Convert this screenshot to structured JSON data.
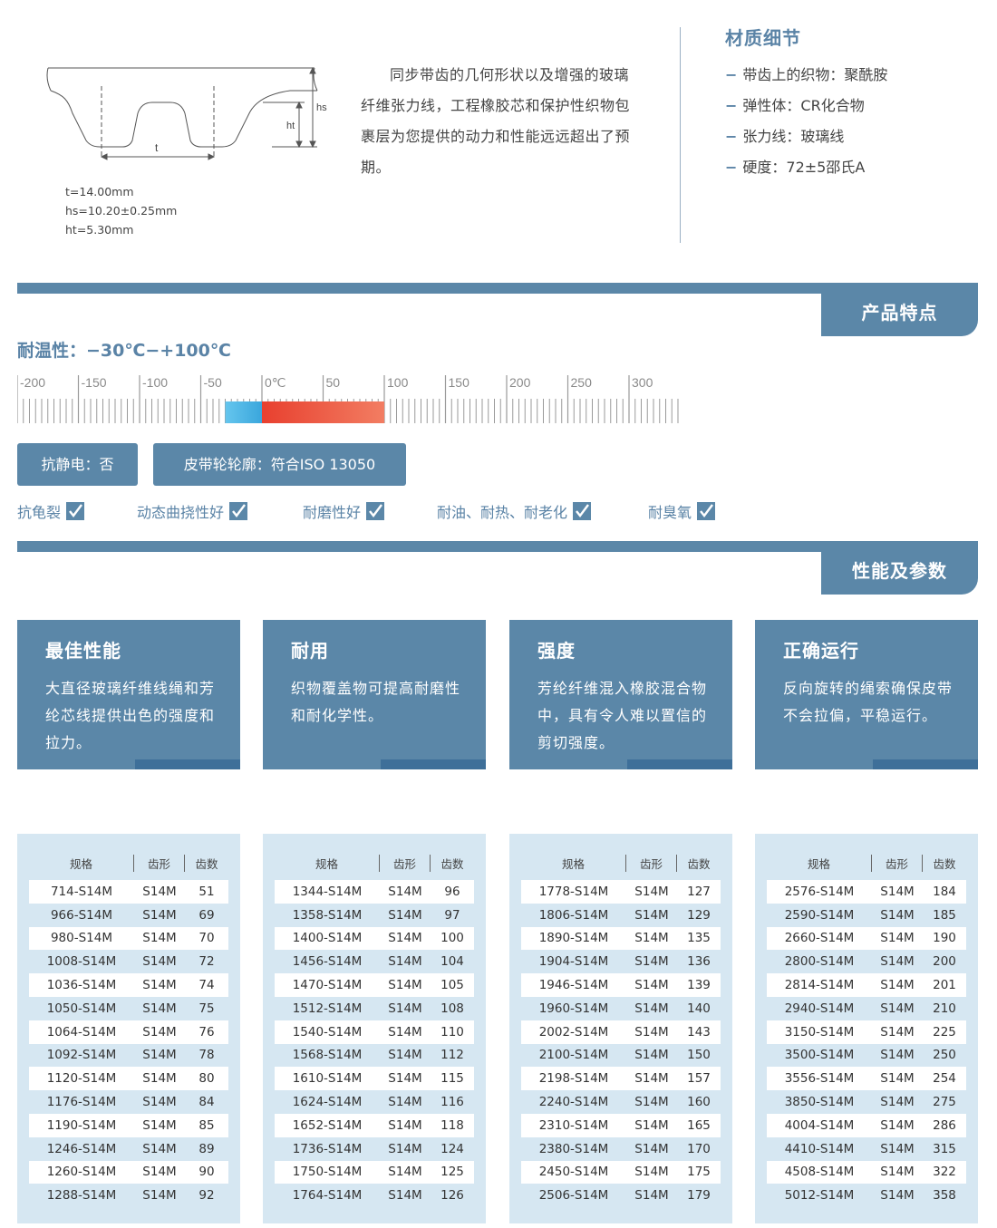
{
  "diagram": {
    "label_t": "t",
    "label_hs": "hs",
    "label_ht": "ht",
    "specs": [
      "t=14.00mm",
      "hs=10.20±0.25mm",
      "ht=5.30mm"
    ]
  },
  "intro_text": "同步带齿的几何形状以及增强的玻璃纤维张力线，工程橡胶芯和保护性织物包裹层为您提供的动力和性能远远超出了预期。",
  "material": {
    "title": "材质细节",
    "items": [
      "带齿上的织物：聚酰胺",
      "弹性体：CR化合物",
      "张力线：玻璃线",
      "硬度：72±5邵氏A"
    ]
  },
  "features_section": {
    "banner": "产品特点",
    "temperature_title": "耐温性：−30℃−+100℃",
    "scale_labels": [
      "-200",
      "-150",
      "-100",
      "-50",
      "0℃",
      "50",
      "100",
      "150",
      "200",
      "250",
      "300"
    ],
    "temperature_range": [
      -30,
      100
    ],
    "antistatic": "抗静电：否",
    "pulley_profile": "皮带轮轮廓：符合ISO 13050",
    "checks": [
      "抗龟裂",
      "动态曲挠性好",
      "耐磨性好",
      "耐油、耐热、耐老化",
      "耐臭氧"
    ]
  },
  "performance_section": {
    "banner": "性能及参数",
    "cards": [
      {
        "title": "最佳性能",
        "body": "大直径玻璃纤维线绳和芳纶芯线提供出色的强度和拉力。"
      },
      {
        "title": "耐用",
        "body": "织物覆盖物可提高耐磨性和耐化学性。"
      },
      {
        "title": "强度",
        "body": "芳纶纤维混入橡胶混合物中，具有令人难以置信的剪切强度。"
      },
      {
        "title": "正确运行",
        "body": "反向旋转的绳索确保皮带不会拉偏，平稳运行。"
      }
    ]
  },
  "tables": {
    "headers": [
      "规格",
      "齿形",
      "齿数"
    ],
    "columns": [
      [
        [
          "714-S14M",
          "S14M",
          "51"
        ],
        [
          "966-S14M",
          "S14M",
          "69"
        ],
        [
          "980-S14M",
          "S14M",
          "70"
        ],
        [
          "1008-S14M",
          "S14M",
          "72"
        ],
        [
          "1036-S14M",
          "S14M",
          "74"
        ],
        [
          "1050-S14M",
          "S14M",
          "75"
        ],
        [
          "1064-S14M",
          "S14M",
          "76"
        ],
        [
          "1092-S14M",
          "S14M",
          "78"
        ],
        [
          "1120-S14M",
          "S14M",
          "80"
        ],
        [
          "1176-S14M",
          "S14M",
          "84"
        ],
        [
          "1190-S14M",
          "S14M",
          "85"
        ],
        [
          "1246-S14M",
          "S14M",
          "89"
        ],
        [
          "1260-S14M",
          "S14M",
          "90"
        ],
        [
          "1288-S14M",
          "S14M",
          "92"
        ]
      ],
      [
        [
          "1344-S14M",
          "S14M",
          "96"
        ],
        [
          "1358-S14M",
          "S14M",
          "97"
        ],
        [
          "1400-S14M",
          "S14M",
          "100"
        ],
        [
          "1456-S14M",
          "S14M",
          "104"
        ],
        [
          "1470-S14M",
          "S14M",
          "105"
        ],
        [
          "1512-S14M",
          "S14M",
          "108"
        ],
        [
          "1540-S14M",
          "S14M",
          "110"
        ],
        [
          "1568-S14M",
          "S14M",
          "112"
        ],
        [
          "1610-S14M",
          "S14M",
          "115"
        ],
        [
          "1624-S14M",
          "S14M",
          "116"
        ],
        [
          "1652-S14M",
          "S14M",
          "118"
        ],
        [
          "1736-S14M",
          "S14M",
          "124"
        ],
        [
          "1750-S14M",
          "S14M",
          "125"
        ],
        [
          "1764-S14M",
          "S14M",
          "126"
        ]
      ],
      [
        [
          "1778-S14M",
          "S14M",
          "127"
        ],
        [
          "1806-S14M",
          "S14M",
          "129"
        ],
        [
          "1890-S14M",
          "S14M",
          "135"
        ],
        [
          "1904-S14M",
          "S14M",
          "136"
        ],
        [
          "1946-S14M",
          "S14M",
          "139"
        ],
        [
          "1960-S14M",
          "S14M",
          "140"
        ],
        [
          "2002-S14M",
          "S14M",
          "143"
        ],
        [
          "2100-S14M",
          "S14M",
          "150"
        ],
        [
          "2198-S14M",
          "S14M",
          "157"
        ],
        [
          "2240-S14M",
          "S14M",
          "160"
        ],
        [
          "2310-S14M",
          "S14M",
          "165"
        ],
        [
          "2380-S14M",
          "S14M",
          "170"
        ],
        [
          "2450-S14M",
          "S14M",
          "175"
        ],
        [
          "2506-S14M",
          "S14M",
          "179"
        ]
      ],
      [
        [
          "2576-S14M",
          "S14M",
          "184"
        ],
        [
          "2590-S14M",
          "S14M",
          "185"
        ],
        [
          "2660-S14M",
          "S14M",
          "190"
        ],
        [
          "2800-S14M",
          "S14M",
          "200"
        ],
        [
          "2814-S14M",
          "S14M",
          "201"
        ],
        [
          "2940-S14M",
          "S14M",
          "210"
        ],
        [
          "3150-S14M",
          "S14M",
          "225"
        ],
        [
          "3500-S14M",
          "S14M",
          "250"
        ],
        [
          "3556-S14M",
          "S14M",
          "254"
        ],
        [
          "3850-S14M",
          "S14M",
          "275"
        ],
        [
          "4004-S14M",
          "S14M",
          "286"
        ],
        [
          "4410-S14M",
          "S14M",
          "315"
        ],
        [
          "4508-S14M",
          "S14M",
          "322"
        ],
        [
          "5012-S14M",
          "S14M",
          "358"
        ]
      ]
    ]
  },
  "colors": {
    "accent": "#5b87a8",
    "accent_dark": "#3e6f99",
    "table_bg": "#d6e7f2",
    "temp_cold": "#4fb8e8",
    "temp_hot": "#e8473a"
  }
}
